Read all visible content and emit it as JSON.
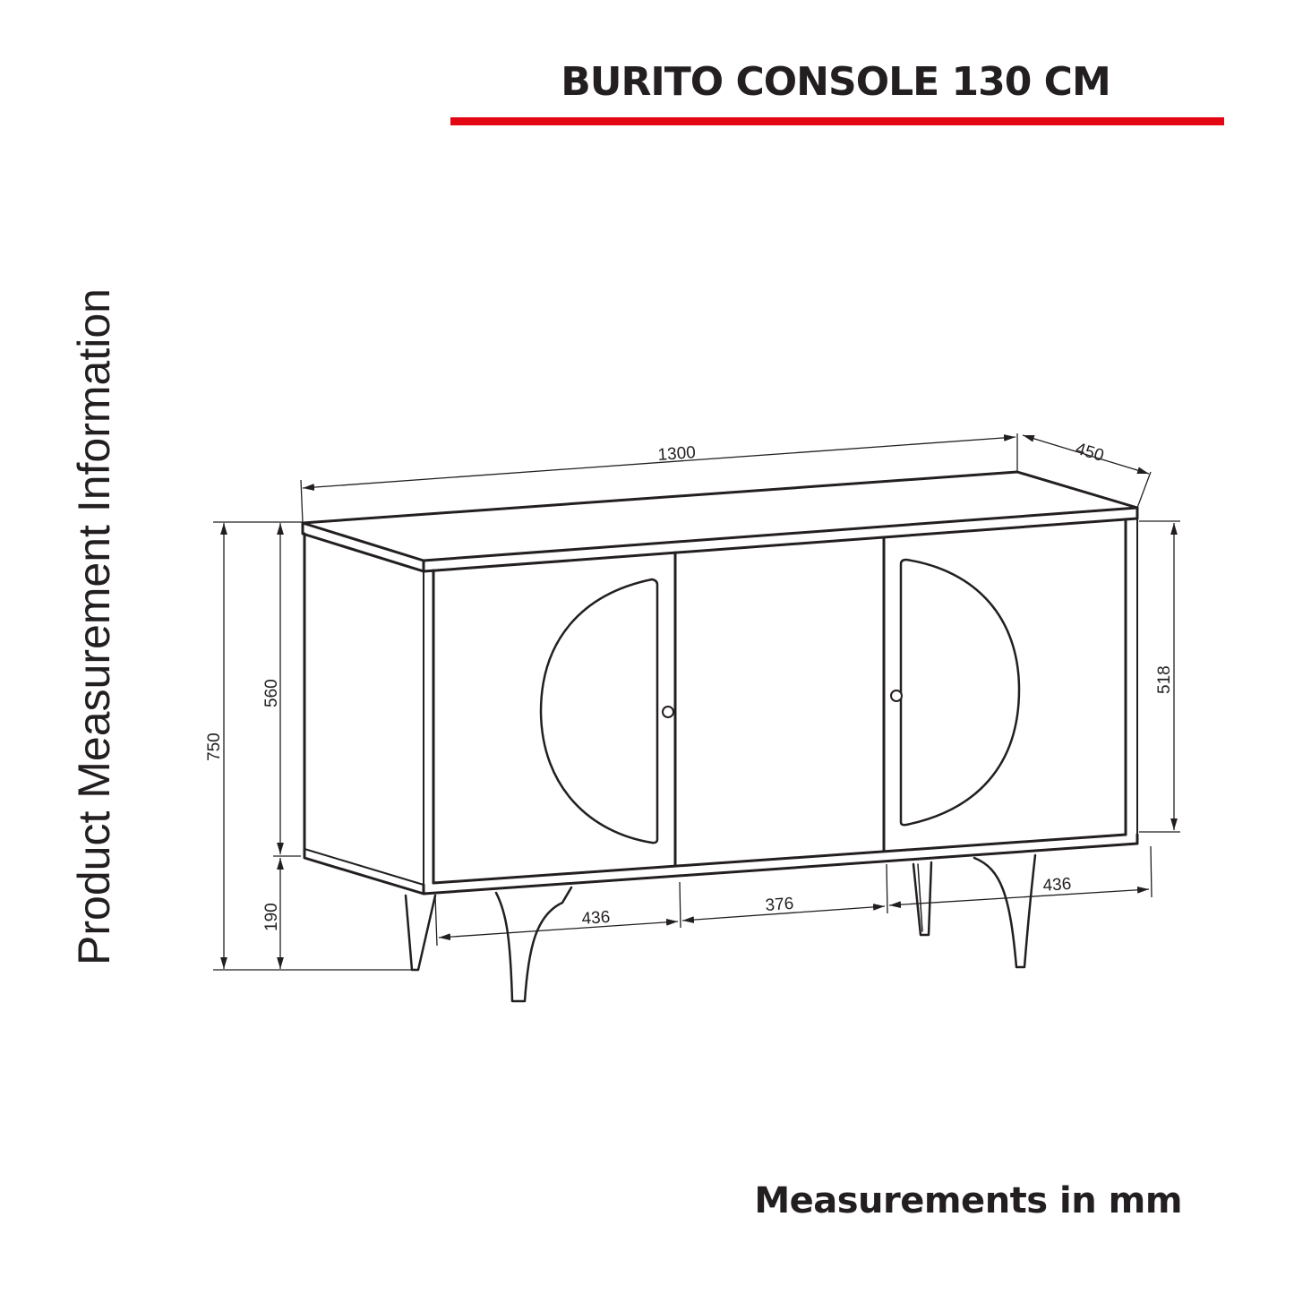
{
  "header": {
    "title": "BURITO CONSOLE 130 CM",
    "accent_color": "#e30613"
  },
  "side_label": "Product Measurement Information",
  "footer": "Measurements in mm",
  "drawing": {
    "subject": "three-door console cabinet with half-moon door cutouts and tapered legs",
    "dimensions": {
      "width": "1300",
      "depth": "450",
      "total_height": "750",
      "body_height": "560",
      "leg_height": "190",
      "door_height": "518",
      "left_door_width": "436",
      "middle_door_width": "376",
      "right_door_width": "436"
    }
  }
}
